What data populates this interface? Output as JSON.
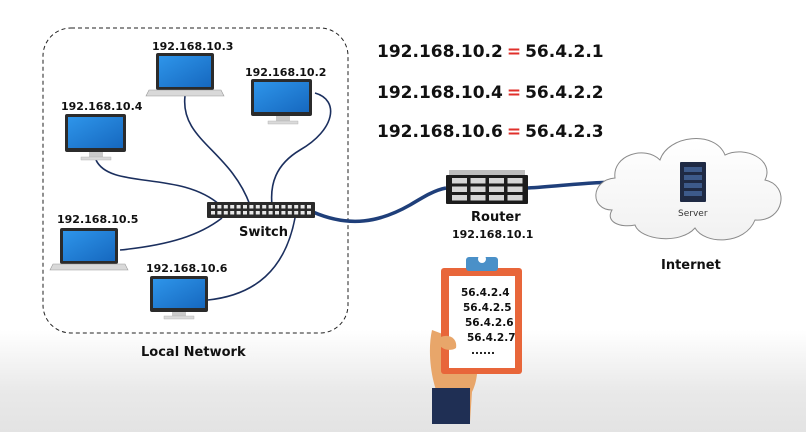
{
  "local_network": {
    "label": "Local Network",
    "computers": [
      {
        "ip": "192.168.10.3",
        "kind": "laptop"
      },
      {
        "ip": "192.168.10.2",
        "kind": "monitor"
      },
      {
        "ip": "192.168.10.4",
        "kind": "monitor"
      },
      {
        "ip": "192.168.10.5",
        "kind": "laptop"
      },
      {
        "ip": "192.168.10.6",
        "kind": "monitor"
      }
    ],
    "switch_label": "Switch"
  },
  "router": {
    "label": "Router",
    "ip": "192.168.10.1"
  },
  "internet": {
    "label": "Internet",
    "server_label": "Server"
  },
  "nat_table": [
    {
      "private_ip": "192.168.10.2",
      "sep": "=",
      "public_ip": "56.4.2.1"
    },
    {
      "private_ip": "192.168.10.4",
      "sep": "=",
      "public_ip": "56.4.2.2"
    },
    {
      "private_ip": "192.168.10.6",
      "sep": "=",
      "public_ip": "56.4.2.3"
    }
  ],
  "clipboard": {
    "entries": [
      "56.4.2.4",
      "56.4.2.5",
      "56.4.2.6",
      "56.4.2.7",
      "......"
    ]
  },
  "colors": {
    "screen_blue": "#1e7fd6",
    "cable_blue": "#1f3f7a",
    "equals_red": "#e0302b",
    "clipboard_orange": "#e8663a"
  }
}
